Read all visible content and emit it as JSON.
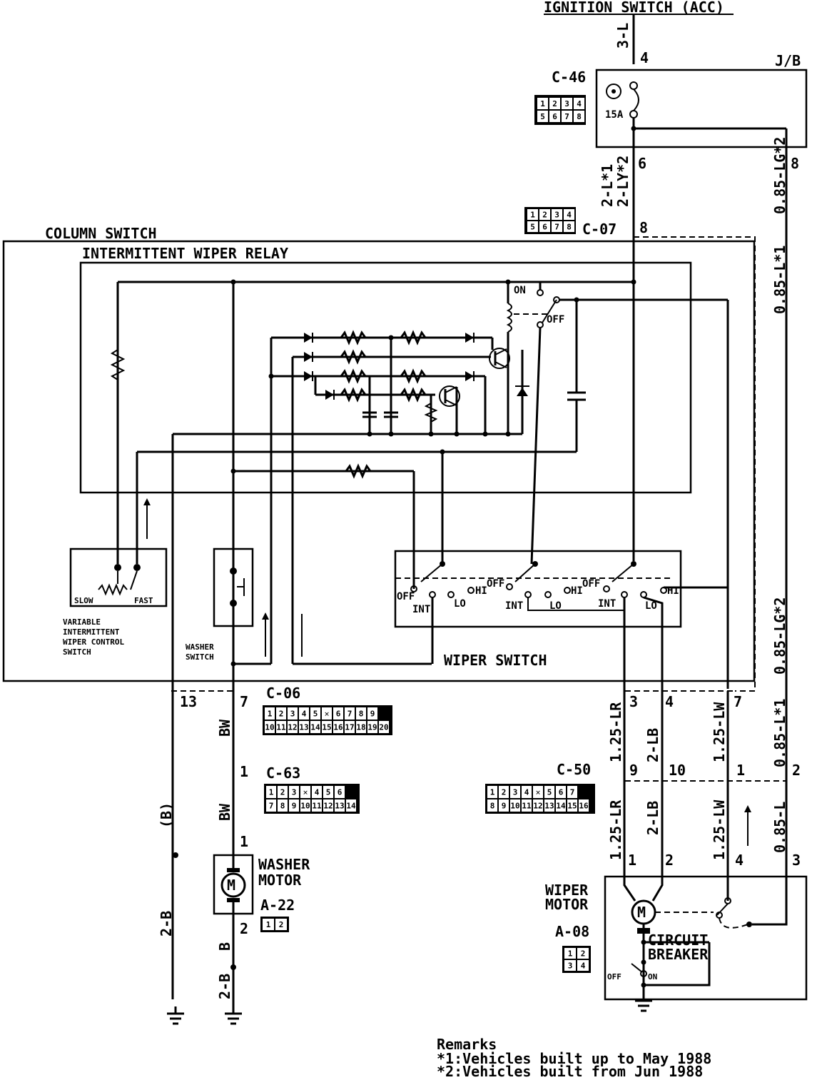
{
  "ignition": "IGNITION SWITCH (ACC)",
  "junction_block": "J/B",
  "fuse": "15A",
  "column_switch": "COLUMN SWITCH",
  "relay": "INTERMITTENT WIPER RELAY",
  "wiper_switch": "WIPER SWITCH",
  "washer_switch": [
    "WASHER",
    "SWITCH"
  ],
  "variable_switch": [
    "VARIABLE",
    "INTERMITTENT",
    "WIPER CONTROL",
    "SWITCH"
  ],
  "slow": "SLOW",
  "fast": "FAST",
  "washer_motor": [
    "WASHER",
    "MOTOR"
  ],
  "wiper_motor": [
    "WIPER",
    "MOTOR"
  ],
  "circuit_breaker": [
    "CIRCUIT",
    "BREAKER"
  ],
  "motor_symbol": "M",
  "relay_on": "ON",
  "relay_off": "OFF",
  "sw_labels": {
    "off": "OFF",
    "int": "INT",
    "lo": "LO",
    "hi": "HI"
  },
  "park_off": "OFF",
  "park_on": "ON",
  "connectors": {
    "c46": "C-46",
    "c07": "C-07",
    "c06": "C-06",
    "c63": "C-63",
    "c50": "C-50",
    "a22": "A-22",
    "a08": "A-08"
  },
  "c46_cells": [
    [
      "1",
      "2",
      "3",
      "4"
    ],
    [
      "5",
      "6",
      "7",
      "8"
    ]
  ],
  "c07_cells": [
    [
      "1",
      "2",
      "3",
      "4"
    ],
    [
      "5",
      "6",
      "7",
      "8"
    ]
  ],
  "c06_cells": [
    [
      "1",
      "2",
      "3",
      "4",
      "5",
      "X",
      "6",
      "7",
      "8",
      "9"
    ],
    [
      "10",
      "11",
      "12",
      "13",
      "14",
      "15",
      "16",
      "17",
      "18",
      "19",
      "20"
    ]
  ],
  "c63_cells": [
    [
      "1",
      "2",
      "3",
      "X",
      "4",
      "5",
      "6"
    ],
    [
      "7",
      "8",
      "9",
      "10",
      "11",
      "12",
      "13",
      "14"
    ]
  ],
  "c50_cells": [
    [
      "1",
      "2",
      "3",
      "4",
      "X",
      "5",
      "6",
      "7"
    ],
    [
      "8",
      "9",
      "10",
      "11",
      "12",
      "13",
      "14",
      "15",
      "16"
    ]
  ],
  "a22_cells": [
    "1",
    "2"
  ],
  "a08_cells": [
    [
      "1",
      "2"
    ],
    [
      "3",
      "4"
    ]
  ],
  "pins": {
    "jb4": "4",
    "jb6": "6",
    "jb8": "8",
    "c07_8": "8",
    "c06_13": "13",
    "c06_7": "7",
    "c06_3": "3",
    "c06_4": "4",
    "c06_7b": "7",
    "c63_1": "1",
    "a22_1": "1",
    "a22_2": "2",
    "c50_9": "9",
    "c50_10": "10",
    "c50_1": "1",
    "c50_2": "2",
    "a08_1": "1",
    "a08_2": "2",
    "a08_4": "4",
    "a08_3": "3"
  },
  "wires": {
    "ign": "3-L",
    "jb6_a": "2-L*1",
    "jb6_b": "2-LY*2",
    "jb8": "0.85-LG*2",
    "right_top": "0.85-L*1",
    "right_mid": "0.85-LG*2",
    "right_low": "0.85-L*1",
    "c06_13": "(B)",
    "ground_left": "2-B",
    "bw1": "BW",
    "bw2": "BW",
    "b_low": "B",
    "ground_mid": "2-B",
    "lr1": "1.25-LR",
    "lb1": "2-LB",
    "lw1": "1.25-LW",
    "lr2": "1.25-LR",
    "lb2": "2-LB",
    "lw2": "1.25-LW",
    "l2": "0.85-L"
  },
  "remarks": {
    "title": "Remarks",
    "r1": "*1:Vehicles built up to May 1988",
    "r2": "*2:Vehicles built from Jun 1988"
  }
}
